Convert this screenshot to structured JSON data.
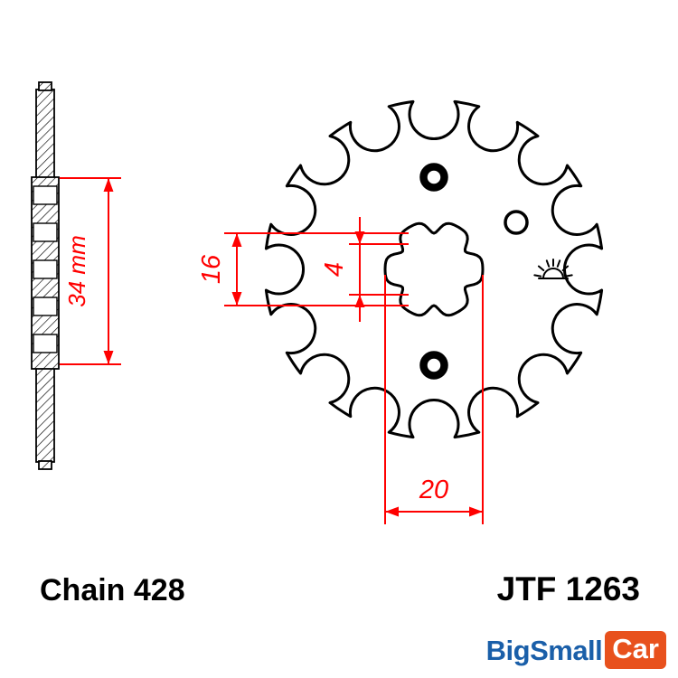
{
  "drawing": {
    "line_color": "#000000",
    "dimension_color": "#ff0000",
    "dimensions": {
      "hub_length": "34 mm",
      "bore_minor": "16",
      "spline": "4",
      "bore_major": "20"
    },
    "icons": {
      "manufacturer_mark": "jt-sunrise-logo-icon"
    }
  },
  "labels": {
    "chain": "Chain 428",
    "part_number": "JTF 1263"
  },
  "branding": {
    "store_name_left": "BigSmall",
    "store_name_right": "Car",
    "blue": "#1a5fa9",
    "orange": "#e8511d"
  }
}
